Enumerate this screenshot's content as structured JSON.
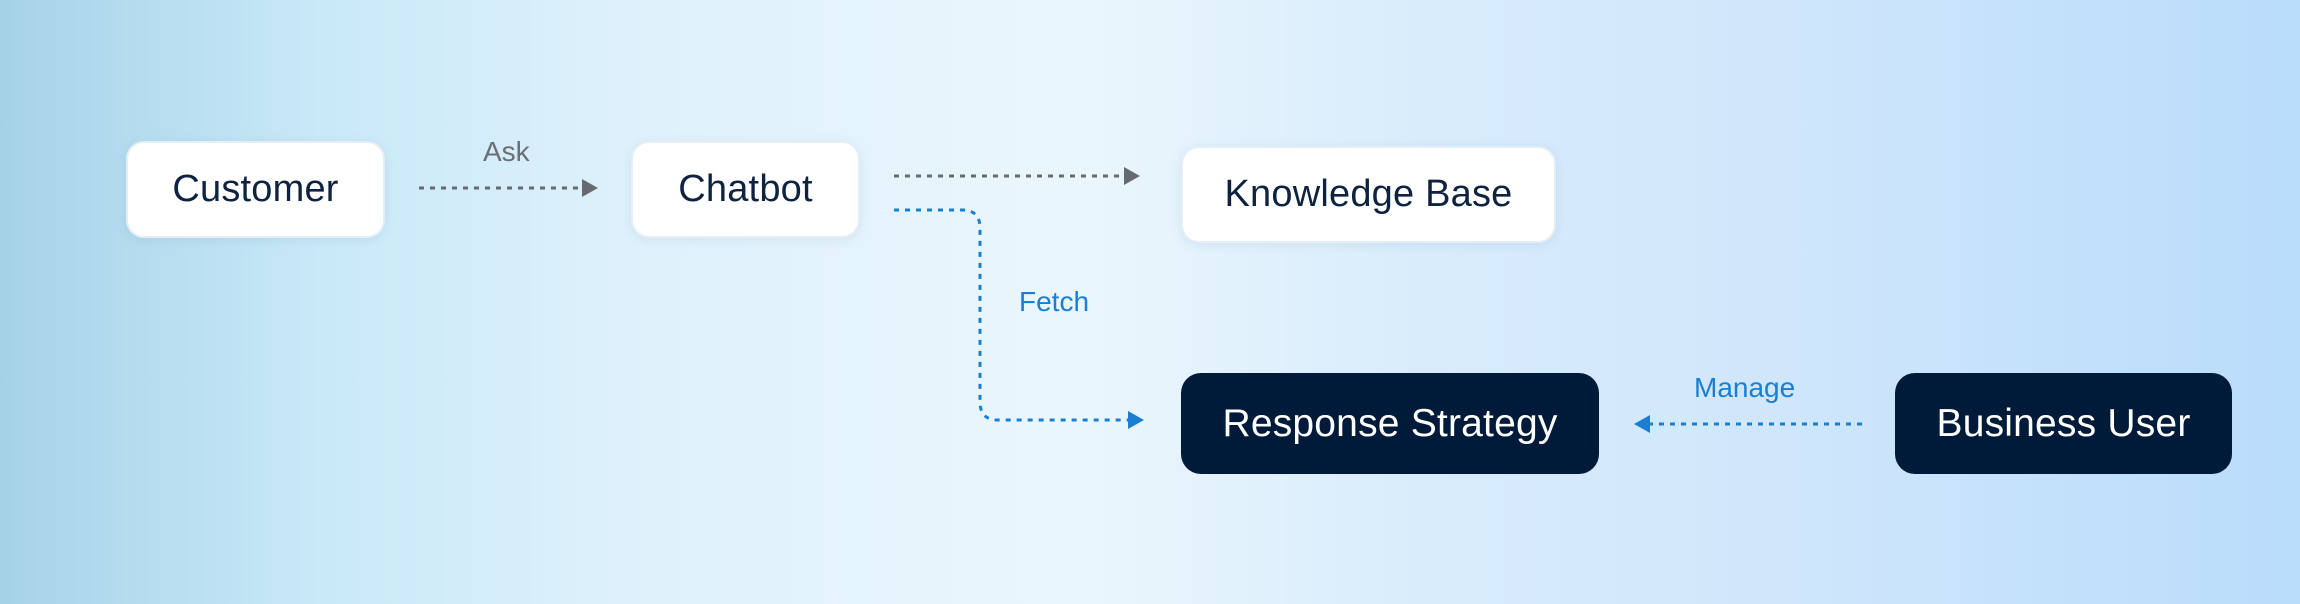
{
  "diagram": {
    "nodes": {
      "customer": "Customer",
      "chatbot": "Chatbot",
      "knowledge_base": "Knowledge Base",
      "response_strategy": "Response Strategy",
      "business_user": "Business User"
    },
    "edges": {
      "ask": "Ask",
      "fetch": "Fetch",
      "manage": "Manage"
    },
    "colors": {
      "gray_edge": "#666a70",
      "blue_edge": "#1a7fd0",
      "dark_node": "#001b3a",
      "light_node": "#ffffff"
    }
  }
}
